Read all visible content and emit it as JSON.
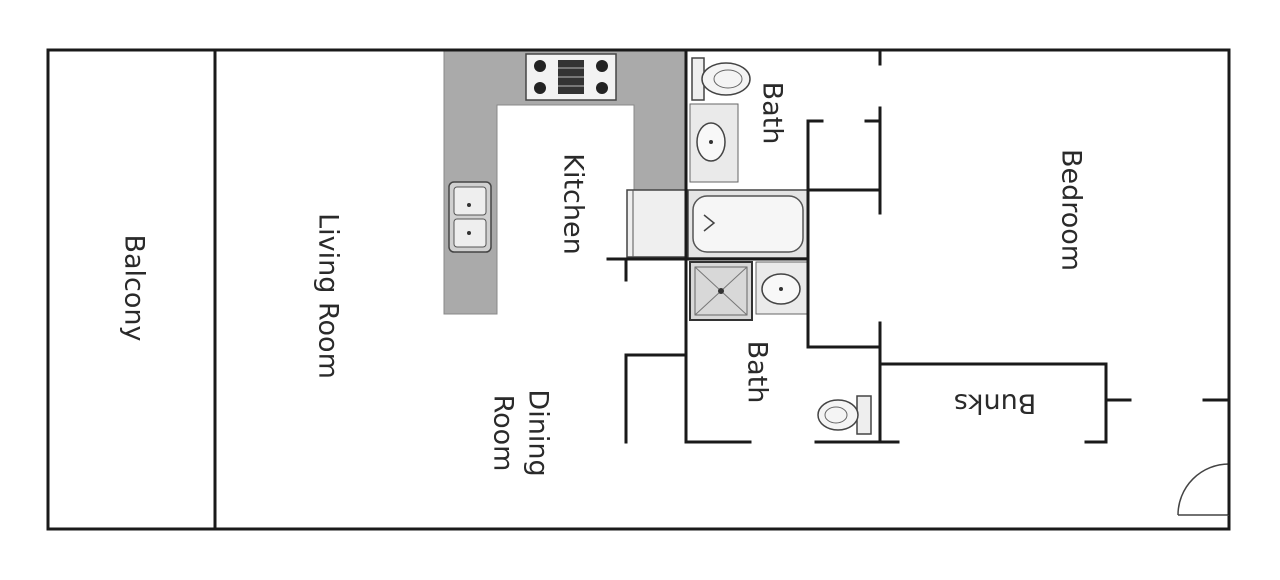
{
  "rooms": {
    "balcony": "Balcony",
    "living_room": "Living Room",
    "kitchen": "Kitchen",
    "dining_line1": "Dining",
    "dining_line2": "Room",
    "bath_upper": "Bath",
    "bath_lower": "Bath",
    "bedroom": "Bedroom",
    "bunks": "Bunks"
  },
  "colors": {
    "counter": "#aaaaaa",
    "wall": "#1a1a1a",
    "fixture": "#e4e4e4"
  }
}
